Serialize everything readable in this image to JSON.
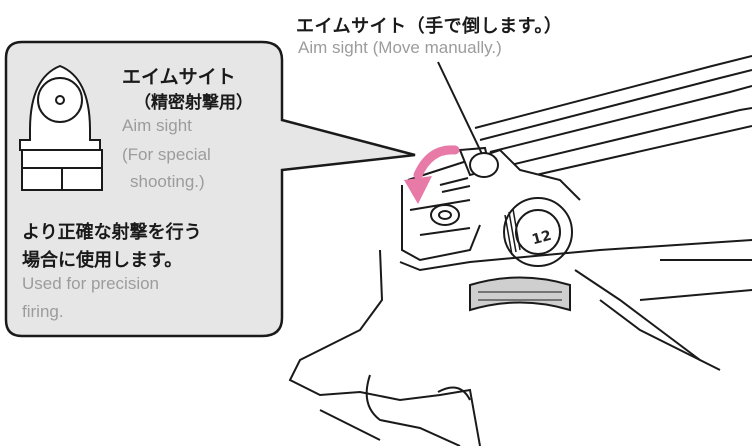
{
  "callout_top": {
    "title_jp": "エイムサイト（手で倒します。）",
    "title_en": "Aim sight (Move manually.)"
  },
  "info_box": {
    "title_jp_line1": "エイムサイト",
    "title_jp_line2": "（精密射撃用）",
    "title_en_line1": "Aim sight",
    "title_en_line2": "(For special",
    "title_en_line3": "shooting.)",
    "desc_jp_line1": "より正確な射撃を行う",
    "desc_jp_line2": "場合に使用します。",
    "desc_en_line1": "Used for precision",
    "desc_en_line2": "firing."
  },
  "dial_marking": "12",
  "colors": {
    "box_fill": "#e6e6e6",
    "box_stroke": "#1a1a1a",
    "arrow_pink": "#e87aa8",
    "line": "#1a1a1a"
  }
}
